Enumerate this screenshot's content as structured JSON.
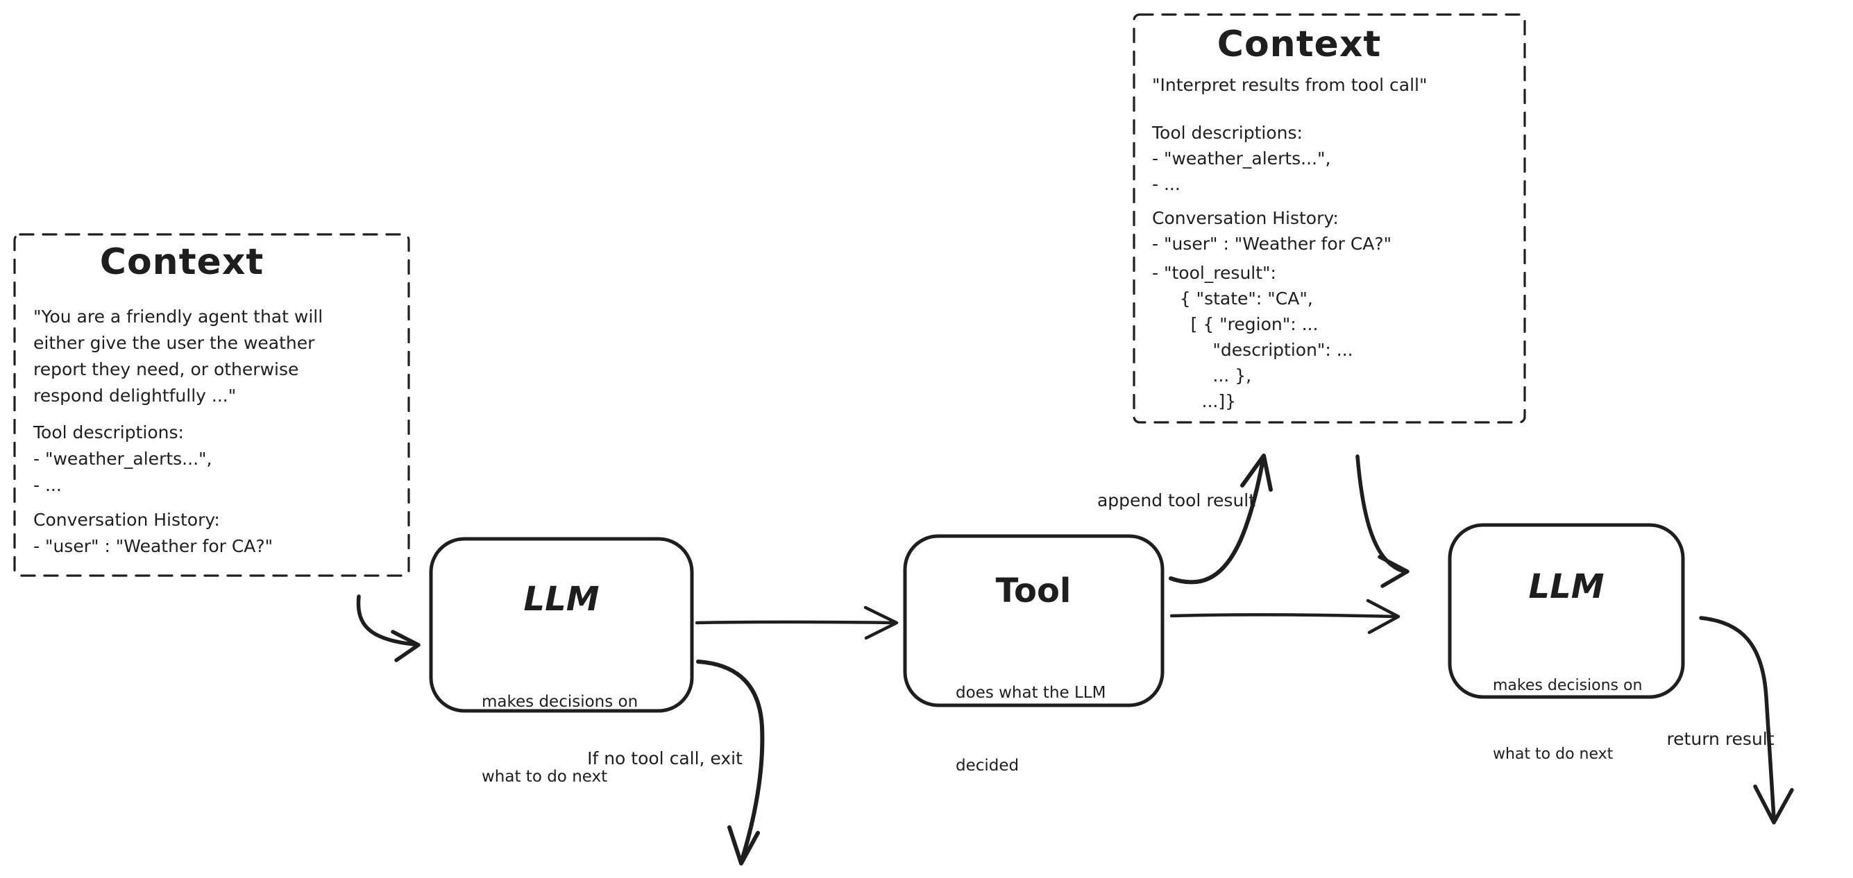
{
  "colors": {
    "ink": "#1e1e1e",
    "background": "#ffffff"
  },
  "context_left": {
    "title": "Context",
    "lines": [
      "\"You are a friendly agent that will",
      "either give the user the weather",
      "report they need, or otherwise",
      "respond delightfully ...\"",
      "Tool descriptions:",
      "- \"weather_alerts...\",",
      "- ...",
      "Conversation History:",
      "- \"user\" : \"Weather for CA?\""
    ]
  },
  "context_right": {
    "title": "Context",
    "lines": [
      "\"Interpret results from tool call\"",
      "Tool descriptions:",
      "- \"weather_alerts...\",",
      "- ...",
      "Conversation History:",
      "- \"user\" : \"Weather for CA?\"",
      "- \"tool_result\":",
      "     { \"state\": \"CA\",",
      "       [ { \"region\": ...",
      "           \"description\": ...",
      "           ... },",
      "         ...]}"
    ]
  },
  "nodes": {
    "llm_1": {
      "title": "LLM",
      "lines": [
        "makes decisions on",
        "what to do next"
      ]
    },
    "tool": {
      "title": "Tool",
      "lines": [
        "does what the LLM",
        "decided"
      ]
    },
    "llm_2": {
      "title": "LLM",
      "lines": [
        "makes decisions on",
        "what to do next"
      ]
    }
  },
  "labels": {
    "append_tool_result": "append tool result",
    "if_no_tool_call": "If no tool call, exit",
    "return_result": "return result"
  }
}
